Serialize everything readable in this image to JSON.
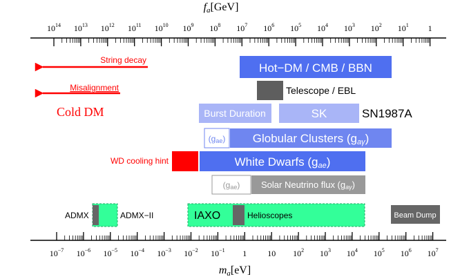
{
  "top_axis": {
    "label_main": "f",
    "label_sub": "a",
    "label_unit": "[GeV]",
    "ticks": [
      {
        "base": "10",
        "exp": "14"
      },
      {
        "base": "10",
        "exp": "13"
      },
      {
        "base": "10",
        "exp": "12"
      },
      {
        "base": "10",
        "exp": "11"
      },
      {
        "base": "10",
        "exp": "10"
      },
      {
        "base": "10",
        "exp": "9"
      },
      {
        "base": "10",
        "exp": "8"
      },
      {
        "base": "10",
        "exp": "7"
      },
      {
        "base": "10",
        "exp": "6"
      },
      {
        "base": "10",
        "exp": "5"
      },
      {
        "base": "10",
        "exp": "4"
      },
      {
        "base": "10",
        "exp": "3"
      },
      {
        "base": "10",
        "exp": "2"
      },
      {
        "base": "10",
        "exp": "1"
      },
      {
        "base": "1",
        "exp": ""
      }
    ]
  },
  "bottom_axis": {
    "label_main": "m",
    "label_sub": "a",
    "label_unit": "[eV]",
    "ticks": [
      {
        "base": "10",
        "exp": "−7"
      },
      {
        "base": "10",
        "exp": "−6"
      },
      {
        "base": "10",
        "exp": "−5"
      },
      {
        "base": "10",
        "exp": "−4"
      },
      {
        "base": "10",
        "exp": "−3"
      },
      {
        "base": "10",
        "exp": "−2"
      },
      {
        "base": "10",
        "exp": "−1"
      },
      {
        "base": "1",
        "exp": ""
      },
      {
        "base": "10",
        "exp": ""
      },
      {
        "base": "10",
        "exp": "2"
      },
      {
        "base": "10",
        "exp": "3"
      },
      {
        "base": "10",
        "exp": "4"
      },
      {
        "base": "10",
        "exp": "5"
      },
      {
        "base": "10",
        "exp": "6"
      },
      {
        "base": "10",
        "exp": "7"
      }
    ]
  },
  "arrows": {
    "string_decay": "String decay",
    "misalignment": "Misalignment",
    "cold_dm": "Cold DM"
  },
  "bars": {
    "hot_dm": "Hot−DM / CMB / BBN",
    "telescope": "Telescope / EBL",
    "burst_duration": "Burst Duration",
    "sk": "SK",
    "sn1987a": "SN1987A",
    "gc_coupling": "(g",
    "gc_coupling_sub": "ae",
    "gc_coupling_close": ")",
    "globular_clusters": "Globular Clusters (g",
    "globular_clusters_sub": "aγ",
    "globular_clusters_close": ")",
    "wd_hint": "WD cooling hint",
    "white_dwarfs": "White Dwarfs (g",
    "white_dwarfs_sub": "ae",
    "white_dwarfs_close": ")",
    "solar_coupling": "(g",
    "solar_coupling_sub": "ae",
    "solar_coupling_close": ")",
    "solar_neutrino": "Solar Neutrino flux (g",
    "solar_neutrino_sub": "aγ",
    "solar_neutrino_close": ")"
  },
  "experiments": {
    "admx": "ADMX",
    "admx2": "ADMX−II",
    "iaxo": "IAXO",
    "helioscopes": "Helioscopes",
    "beam_dump": "Beam Dump"
  },
  "colors": {
    "blue": "#4f6ff0",
    "mid_blue": "#6f86f0",
    "light_blue": "#a9b5f7",
    "red": "#ff0000",
    "gray": "#999999",
    "dark_gray": "#5e5e5e",
    "green": "#33ff99"
  }
}
